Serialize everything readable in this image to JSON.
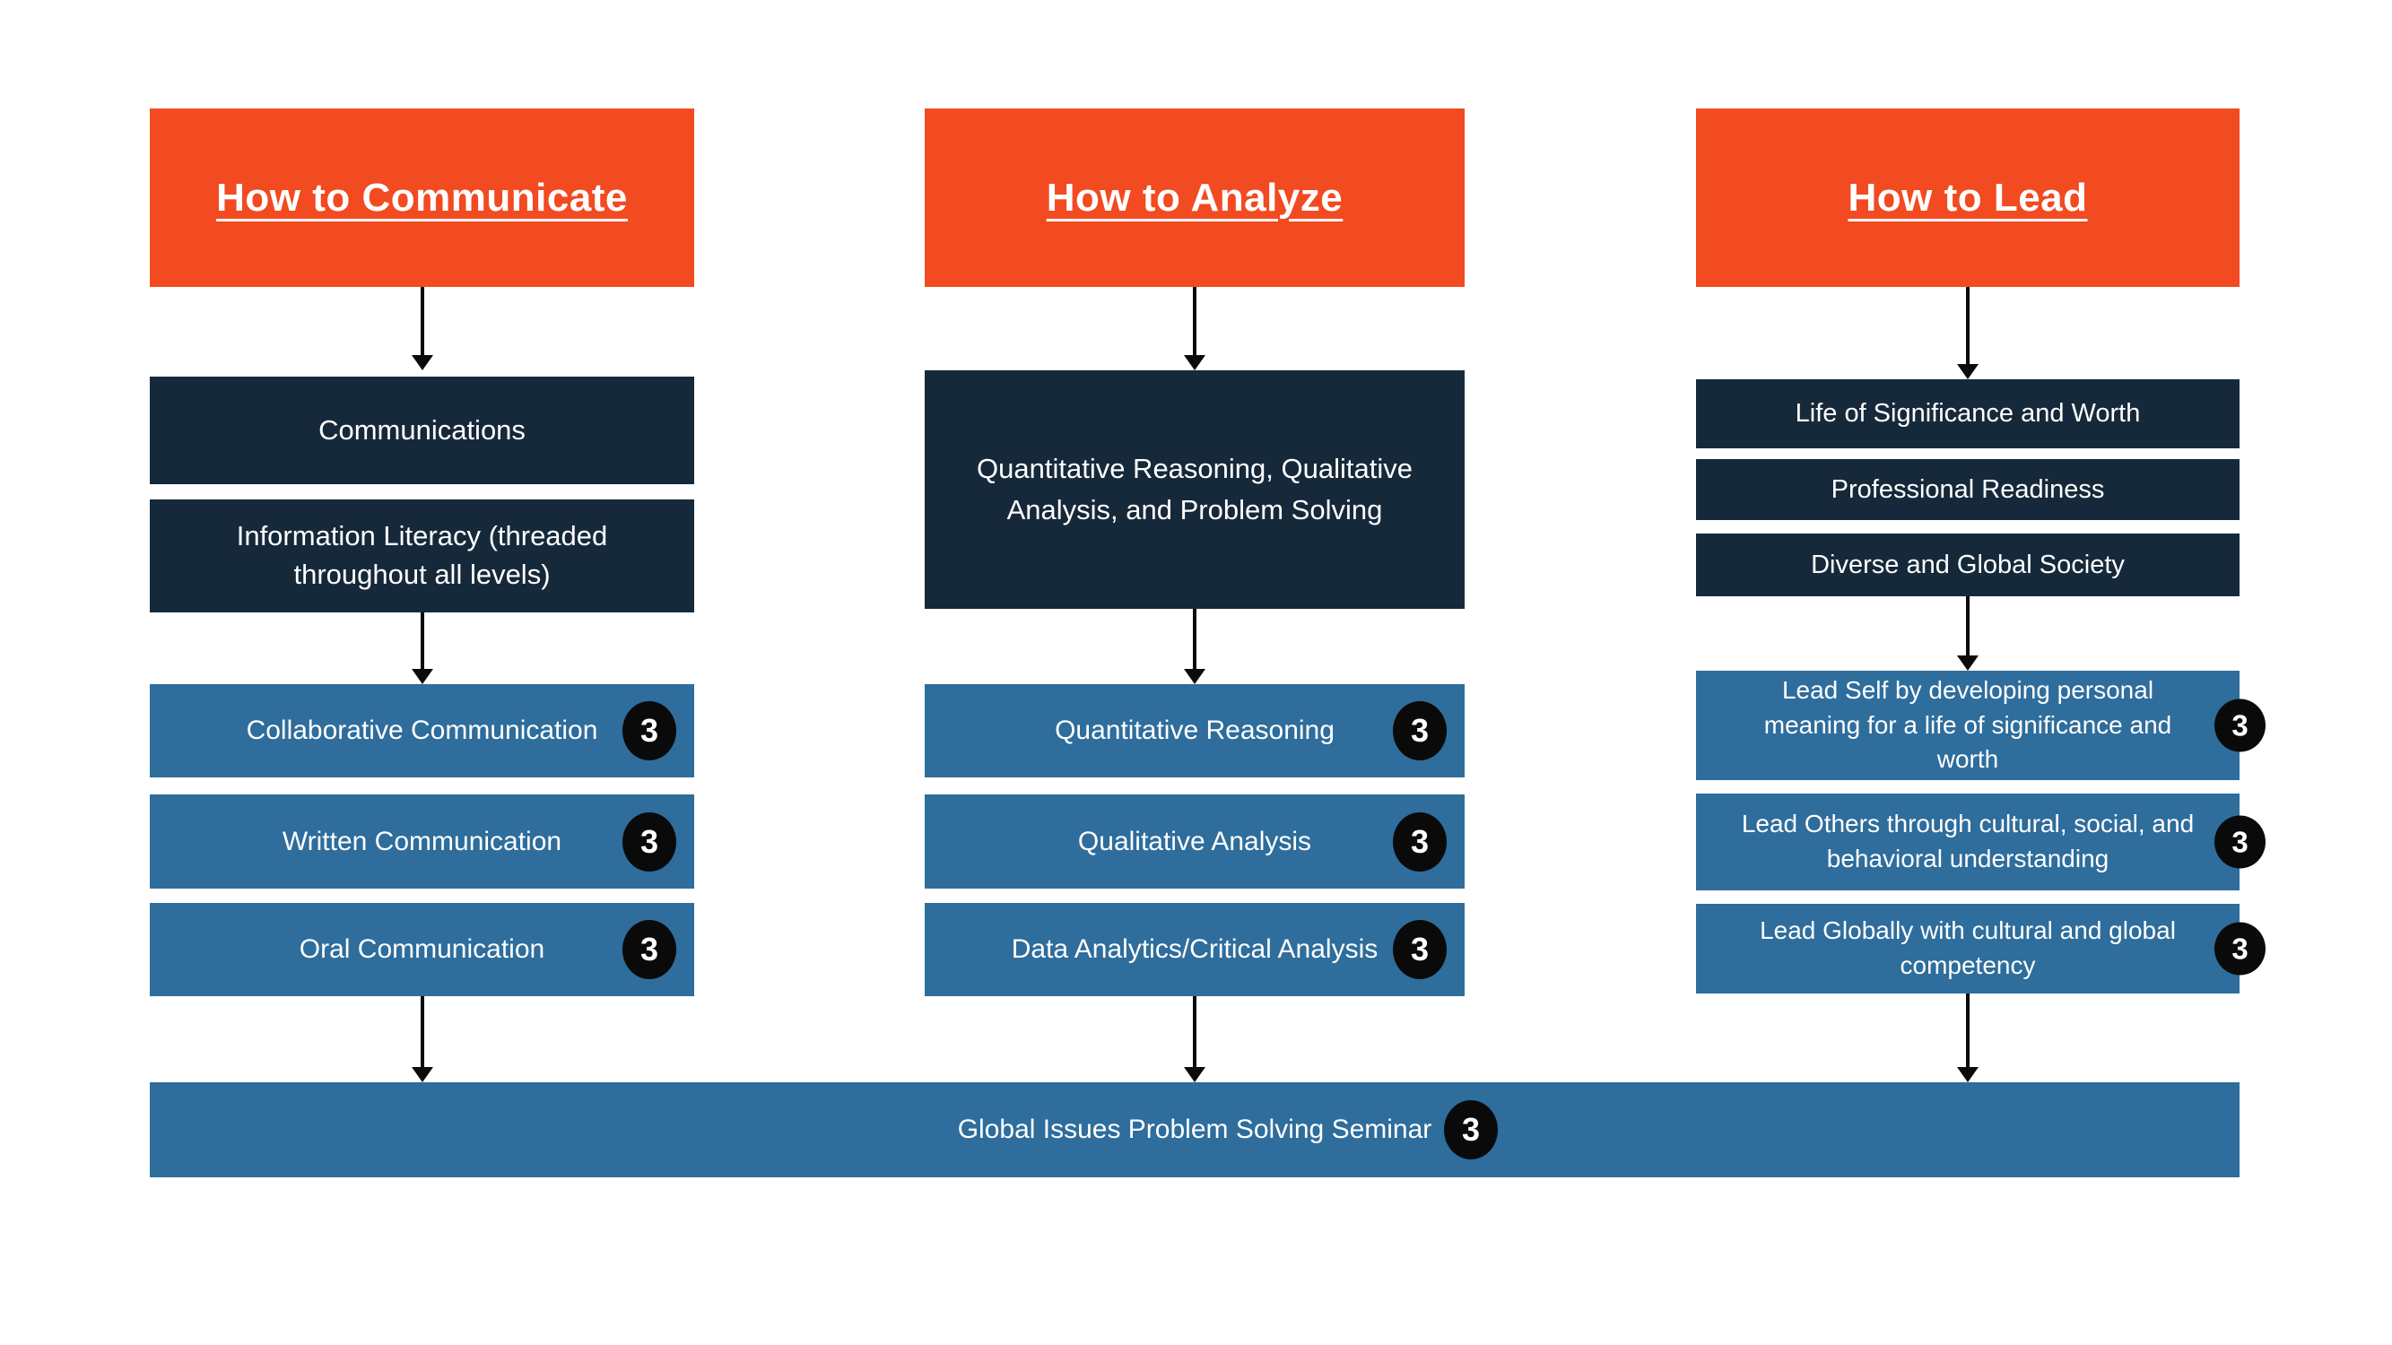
{
  "colors": {
    "orange": "#f24a21",
    "navy": "#16293a",
    "blue": "#2e6d9c",
    "badge_black": "#0a0a0a"
  },
  "columns": [
    {
      "header": "How to Communicate",
      "dark_boxes": [
        "Communications",
        "Information Literacy (threaded\nthroughout all levels)"
      ],
      "blue_boxes": [
        {
          "label": "Collaborative Communication",
          "credits": "3"
        },
        {
          "label": "Written Communication",
          "credits": "3"
        },
        {
          "label": "Oral Communication",
          "credits": "3"
        }
      ]
    },
    {
      "header": "How to Analyze",
      "dark_boxes": [
        "Quantitative Reasoning, Qualitative\nAnalysis, and Problem Solving"
      ],
      "blue_boxes": [
        {
          "label": "Quantitative Reasoning",
          "credits": "3"
        },
        {
          "label": "Qualitative Analysis",
          "credits": "3"
        },
        {
          "label": "Data Analytics/Critical Analysis",
          "credits": "3"
        }
      ]
    },
    {
      "header": "How to Lead",
      "dark_boxes": [
        "Life of Significance and Worth",
        "Professional Readiness",
        "Diverse and Global Society"
      ],
      "blue_boxes": [
        {
          "label": "Lead Self by developing personal\nmeaning for a life of significance and\nworth",
          "credits": "3"
        },
        {
          "label": "Lead Others through cultural, social, and\nbehavioral understanding",
          "credits": "3"
        },
        {
          "label": "Lead Globally with cultural and global\ncompetency",
          "credits": "3"
        }
      ]
    }
  ],
  "footer": {
    "label": "Global Issues Problem Solving Seminar",
    "credits": "3"
  }
}
